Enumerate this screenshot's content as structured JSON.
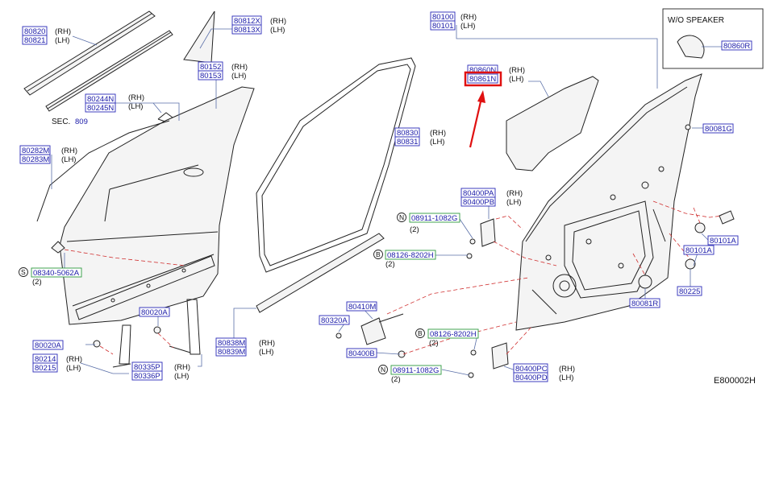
{
  "diagram_code": "E800002H",
  "side_labels": {
    "rh": "(RH)",
    "lh": "(LH)"
  },
  "qty_2": "(2)",
  "sec_label": "SEC.",
  "sec_num": "809",
  "wo_speaker": "W/O   SPEAKER",
  "circle_letters": {
    "n": "N",
    "b": "B",
    "s": "S"
  },
  "parts": {
    "p80820": "80820",
    "p80821": "80821",
    "p80812x": "80812X",
    "p80813x": "80813X",
    "p80152": "80152",
    "p80153": "80153",
    "p80244n": "80244N",
    "p80245n": "80245N",
    "p80282m": "80282M",
    "p80283m": "80283M",
    "p80100": "80100",
    "p80101": "80101",
    "p80860n": "80860N",
    "p80861n": "80861N",
    "p80830": "80830",
    "p80831": "80831",
    "p80860r": "80860R",
    "p80081g": "80081G",
    "p80400pa": "80400PA",
    "p80400pb": "80400PB",
    "p80101a_1": "80101A",
    "p80101a_2": "80101A",
    "p80225": "80225",
    "p80081r": "80081R",
    "p80020a_1": "80020A",
    "p80020a_2": "80020A",
    "p80214": "80214",
    "p80215": "80215",
    "p80335p": "80335P",
    "p80336p": "80336P",
    "p80838m": "80838M",
    "p80839m": "80839M",
    "p80410m": "80410M",
    "p80320a": "80320A",
    "p80400b": "80400B",
    "p80400pc": "80400PC",
    "p80400pd": "80400PD"
  },
  "fasteners": {
    "f08911_1": "08911-1082G",
    "f08126_1": "08126-8202H",
    "f08340": "08340-5062A",
    "f08126_2": "08126-8202H",
    "f08911_2": "08911-1082G"
  },
  "highlight_color": "#e01010",
  "part_number_color": "#1b1ba8"
}
